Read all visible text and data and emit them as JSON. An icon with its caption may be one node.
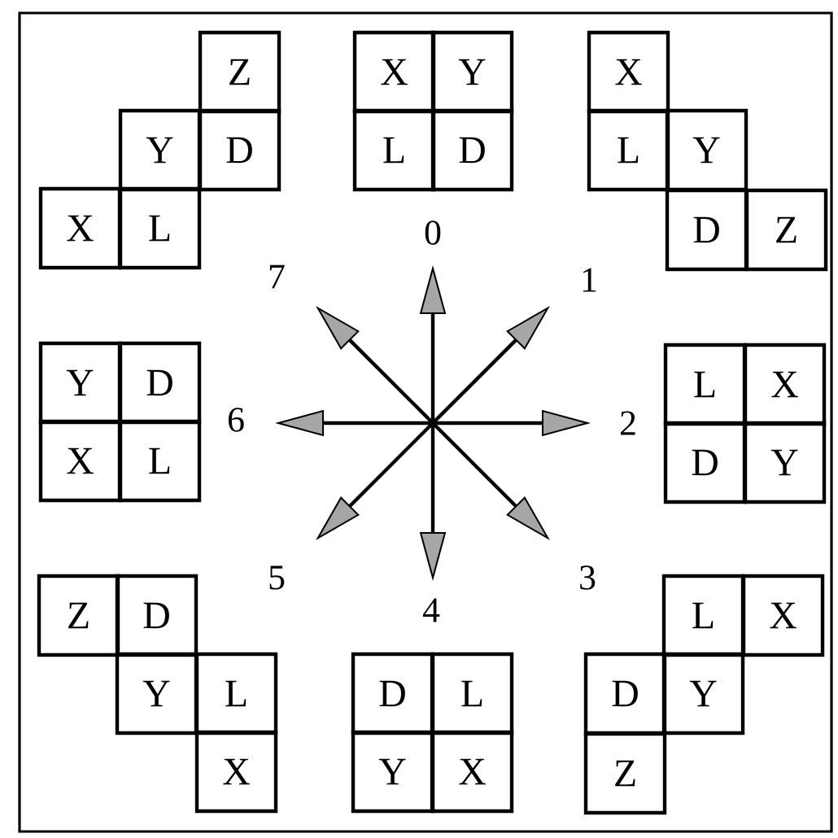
{
  "diagram": {
    "nodes": [
      {
        "text": [
          "Z"
        ]
      },
      {
        "text": [
          "Y"
        ]
      },
      {
        "text": [
          "D"
        ]
      },
      {
        "text": [
          "X"
        ]
      },
      {
        "text": [
          "L"
        ]
      },
      {
        "text": [
          "X"
        ]
      },
      {
        "text": [
          "Y"
        ]
      },
      {
        "text": [
          "L"
        ]
      },
      {
        "text": [
          "D"
        ]
      },
      {
        "text": [
          "X"
        ]
      },
      {
        "text": [
          "L"
        ]
      },
      {
        "text": [
          "Y"
        ]
      },
      {
        "text": [
          "D"
        ]
      },
      {
        "text": [
          "Z"
        ]
      },
      {
        "text": [
          "Y"
        ]
      },
      {
        "text": [
          "D"
        ]
      },
      {
        "text": [
          "X"
        ]
      },
      {
        "text": [
          "L"
        ]
      },
      {
        "text": [
          "L"
        ]
      },
      {
        "text": [
          "X"
        ]
      },
      {
        "text": [
          "D"
        ]
      },
      {
        "text": [
          "Y"
        ]
      },
      {
        "text": [
          "Z"
        ]
      },
      {
        "text": [
          "D"
        ]
      },
      {
        "text": [
          "Y"
        ]
      },
      {
        "text": [
          "L"
        ]
      },
      {
        "text": [
          "X"
        ]
      },
      {
        "text": [
          "D"
        ]
      },
      {
        "text": [
          "L"
        ]
      },
      {
        "text": [
          "Y"
        ]
      },
      {
        "text": [
          "X"
        ]
      },
      {
        "text": [
          "L"
        ]
      },
      {
        "text": [
          "X"
        ]
      },
      {
        "text": [
          "D"
        ]
      },
      {
        "text": [
          "Y"
        ]
      },
      {
        "text": [
          "Z"
        ]
      }
    ],
    "labels": [
      "0",
      "1",
      "2",
      "3",
      "4",
      "5",
      "6",
      "7"
    ]
  }
}
